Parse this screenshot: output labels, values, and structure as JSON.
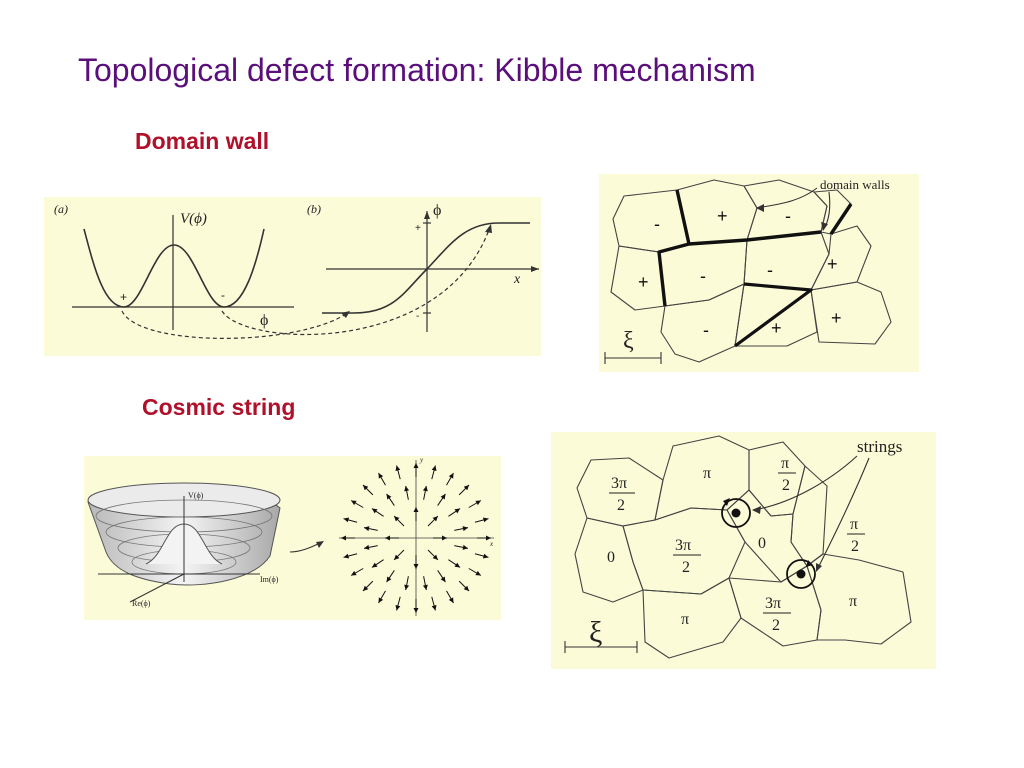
{
  "title": "Topological defect formation: Kibble mechanism",
  "domain_wall": {
    "heading": "Domain wall",
    "potential_plot": {
      "panel_a_label": "(a)",
      "panel_b_label": "(b)",
      "potential_axis_label": "V(ϕ)",
      "phi_axis_label": "ϕ",
      "x_axis_label": "x",
      "plus": "+",
      "minus": "-"
    },
    "domains": {
      "callout": "domain walls",
      "length_symbol": "ξ",
      "signs": [
        "-",
        "+",
        "-",
        "-",
        "+",
        "+",
        "-",
        "-",
        "+",
        "+"
      ]
    }
  },
  "cosmic_string": {
    "heading": "Cosmic string",
    "mexican_hat": {
      "v_label": "V(ϕ)",
      "im_label": "Im(ϕ)",
      "re_label": "Re(ϕ)",
      "y_label": "y",
      "x_label": "x"
    },
    "domains": {
      "callout": "strings",
      "length_symbol": "ξ",
      "pi": "π",
      "zero": "0",
      "three": "3",
      "two": "2"
    }
  }
}
